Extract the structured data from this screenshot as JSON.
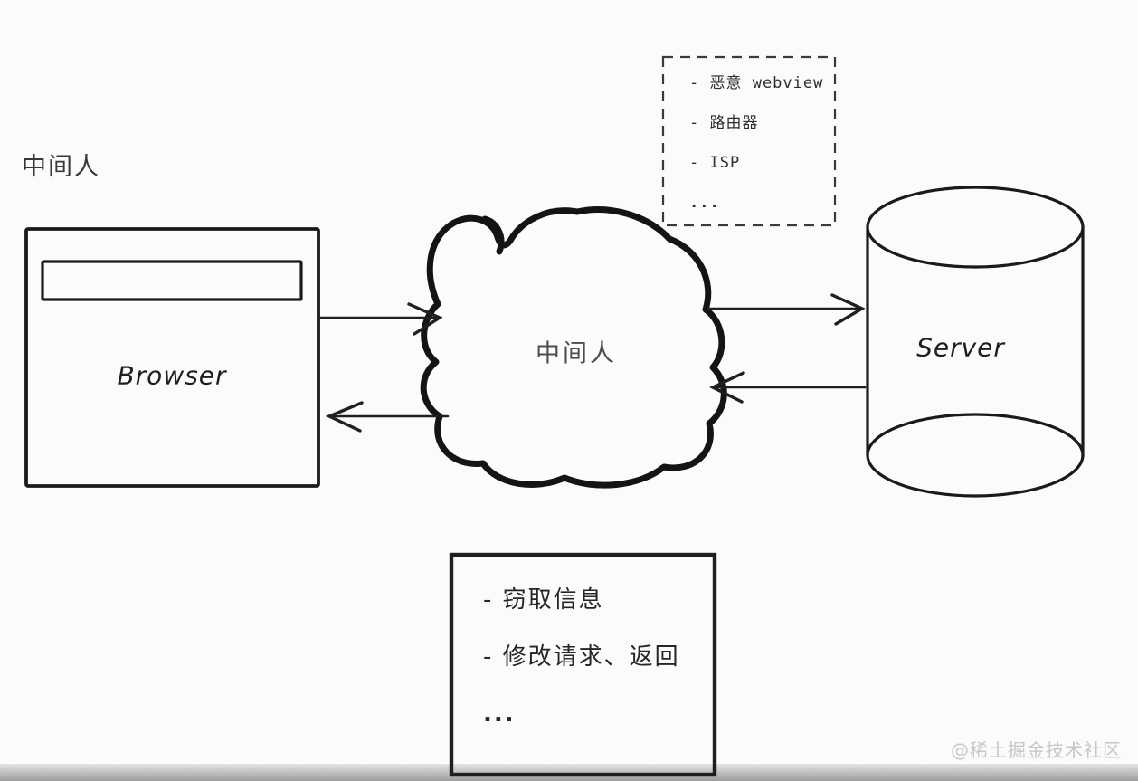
{
  "page": {
    "title": "中间人",
    "watermark": "@稀土掘金技术社区",
    "background": "#fbfbfb"
  },
  "nodes": {
    "browser": {
      "label": "Browser"
    },
    "middleman": {
      "label": "中间人"
    },
    "server": {
      "label": "Server"
    }
  },
  "middleman_examples_box": {
    "style": "dashed",
    "items": [
      {
        "text": "- 恶意 webview"
      },
      {
        "text": "- 路由器"
      },
      {
        "text": "- ISP"
      },
      {
        "text": "..."
      }
    ]
  },
  "attack_behaviors_box": {
    "style": "solid",
    "items": [
      {
        "text": "- 窃取信息"
      },
      {
        "text": "- 修改请求、返回"
      },
      {
        "text": "..."
      }
    ]
  },
  "connections": [
    {
      "from": "browser",
      "to": "middleman",
      "direction": "right"
    },
    {
      "from": "middleman",
      "to": "browser",
      "direction": "left"
    },
    {
      "from": "middleman",
      "to": "server",
      "direction": "right"
    },
    {
      "from": "server",
      "to": "middleman",
      "direction": "left"
    }
  ],
  "colors": {
    "ink": "#1a1a1a",
    "cloud_ink": "#141414",
    "label_gray": "#4d4d4d",
    "watermark_gray": "#c6c6c6",
    "bar_top": "#e3e3e3",
    "bar_bottom": "#9e9e9e"
  }
}
